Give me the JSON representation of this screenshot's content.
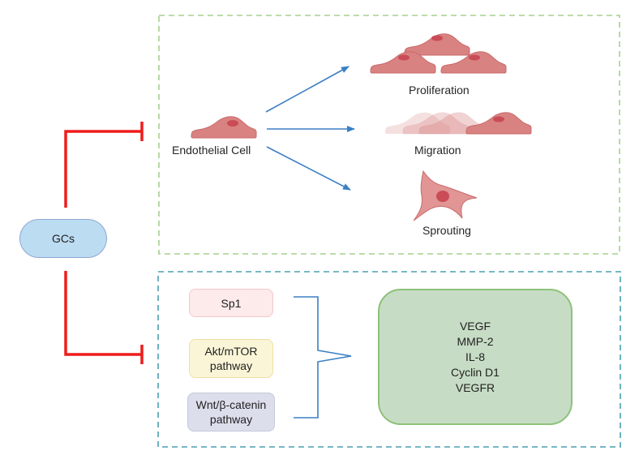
{
  "diagram": {
    "title": "Glucocorticoid (GCs) anti-angiogenic effects",
    "source_node": {
      "label": "GCs"
    },
    "inhibition_edges": [
      {
        "from": "GCs",
        "to": "cellular-effects-panel",
        "type": "inhibits"
      },
      {
        "from": "GCs",
        "to": "molecular-pathways-panel",
        "type": "inhibits"
      }
    ],
    "cellular_panel": {
      "origin_cell": "Endothelial Cell",
      "outcomes": [
        {
          "label": "Proliferation"
        },
        {
          "label": "Migration"
        },
        {
          "label": "Sprouting"
        }
      ]
    },
    "molecular_panel": {
      "pathways": [
        {
          "label": "Sp1"
        },
        {
          "label": "Akt/mTOR pathway",
          "line1": "Akt/mTOR",
          "line2": "pathway"
        },
        {
          "label": "Wnt/β-catenin pathway",
          "line1": "Wnt/β-catenin",
          "line2": "pathway"
        }
      ],
      "targets": [
        "VEGF",
        "MMP-2",
        "IL-8",
        "Cyclin D1",
        "VEGFR"
      ]
    },
    "colors": {
      "inhibition_line": "#ee1c1c",
      "activation_arrow": "#3b7fc4",
      "cellular_panel_border": "#a6d08d",
      "molecular_panel_border": "#4aa0b0",
      "cell_fill": "#d98282",
      "cell_nucleus": "#c94c56",
      "gcs_fill": "#bcdcf2",
      "targets_fill": "#c7dcc5"
    }
  }
}
